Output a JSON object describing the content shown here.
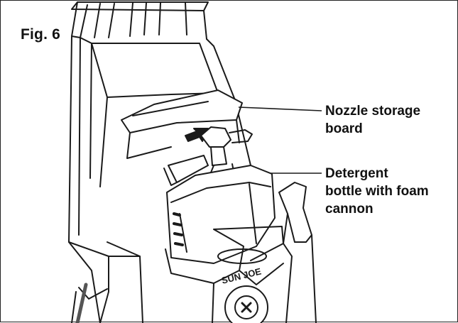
{
  "figure": {
    "label": "Fig. 6",
    "callouts": [
      {
        "lines": [
          "Nozzle storage",
          "board"
        ]
      },
      {
        "lines": [
          "Detergent",
          "bottle with foam",
          "cannon"
        ]
      }
    ],
    "brand_text": "SUN JOE",
    "colors": {
      "line": "#1a1a1a",
      "background": "#ffffff",
      "shade": "#d9d9d9",
      "dark_shade": "#555555"
    }
  }
}
